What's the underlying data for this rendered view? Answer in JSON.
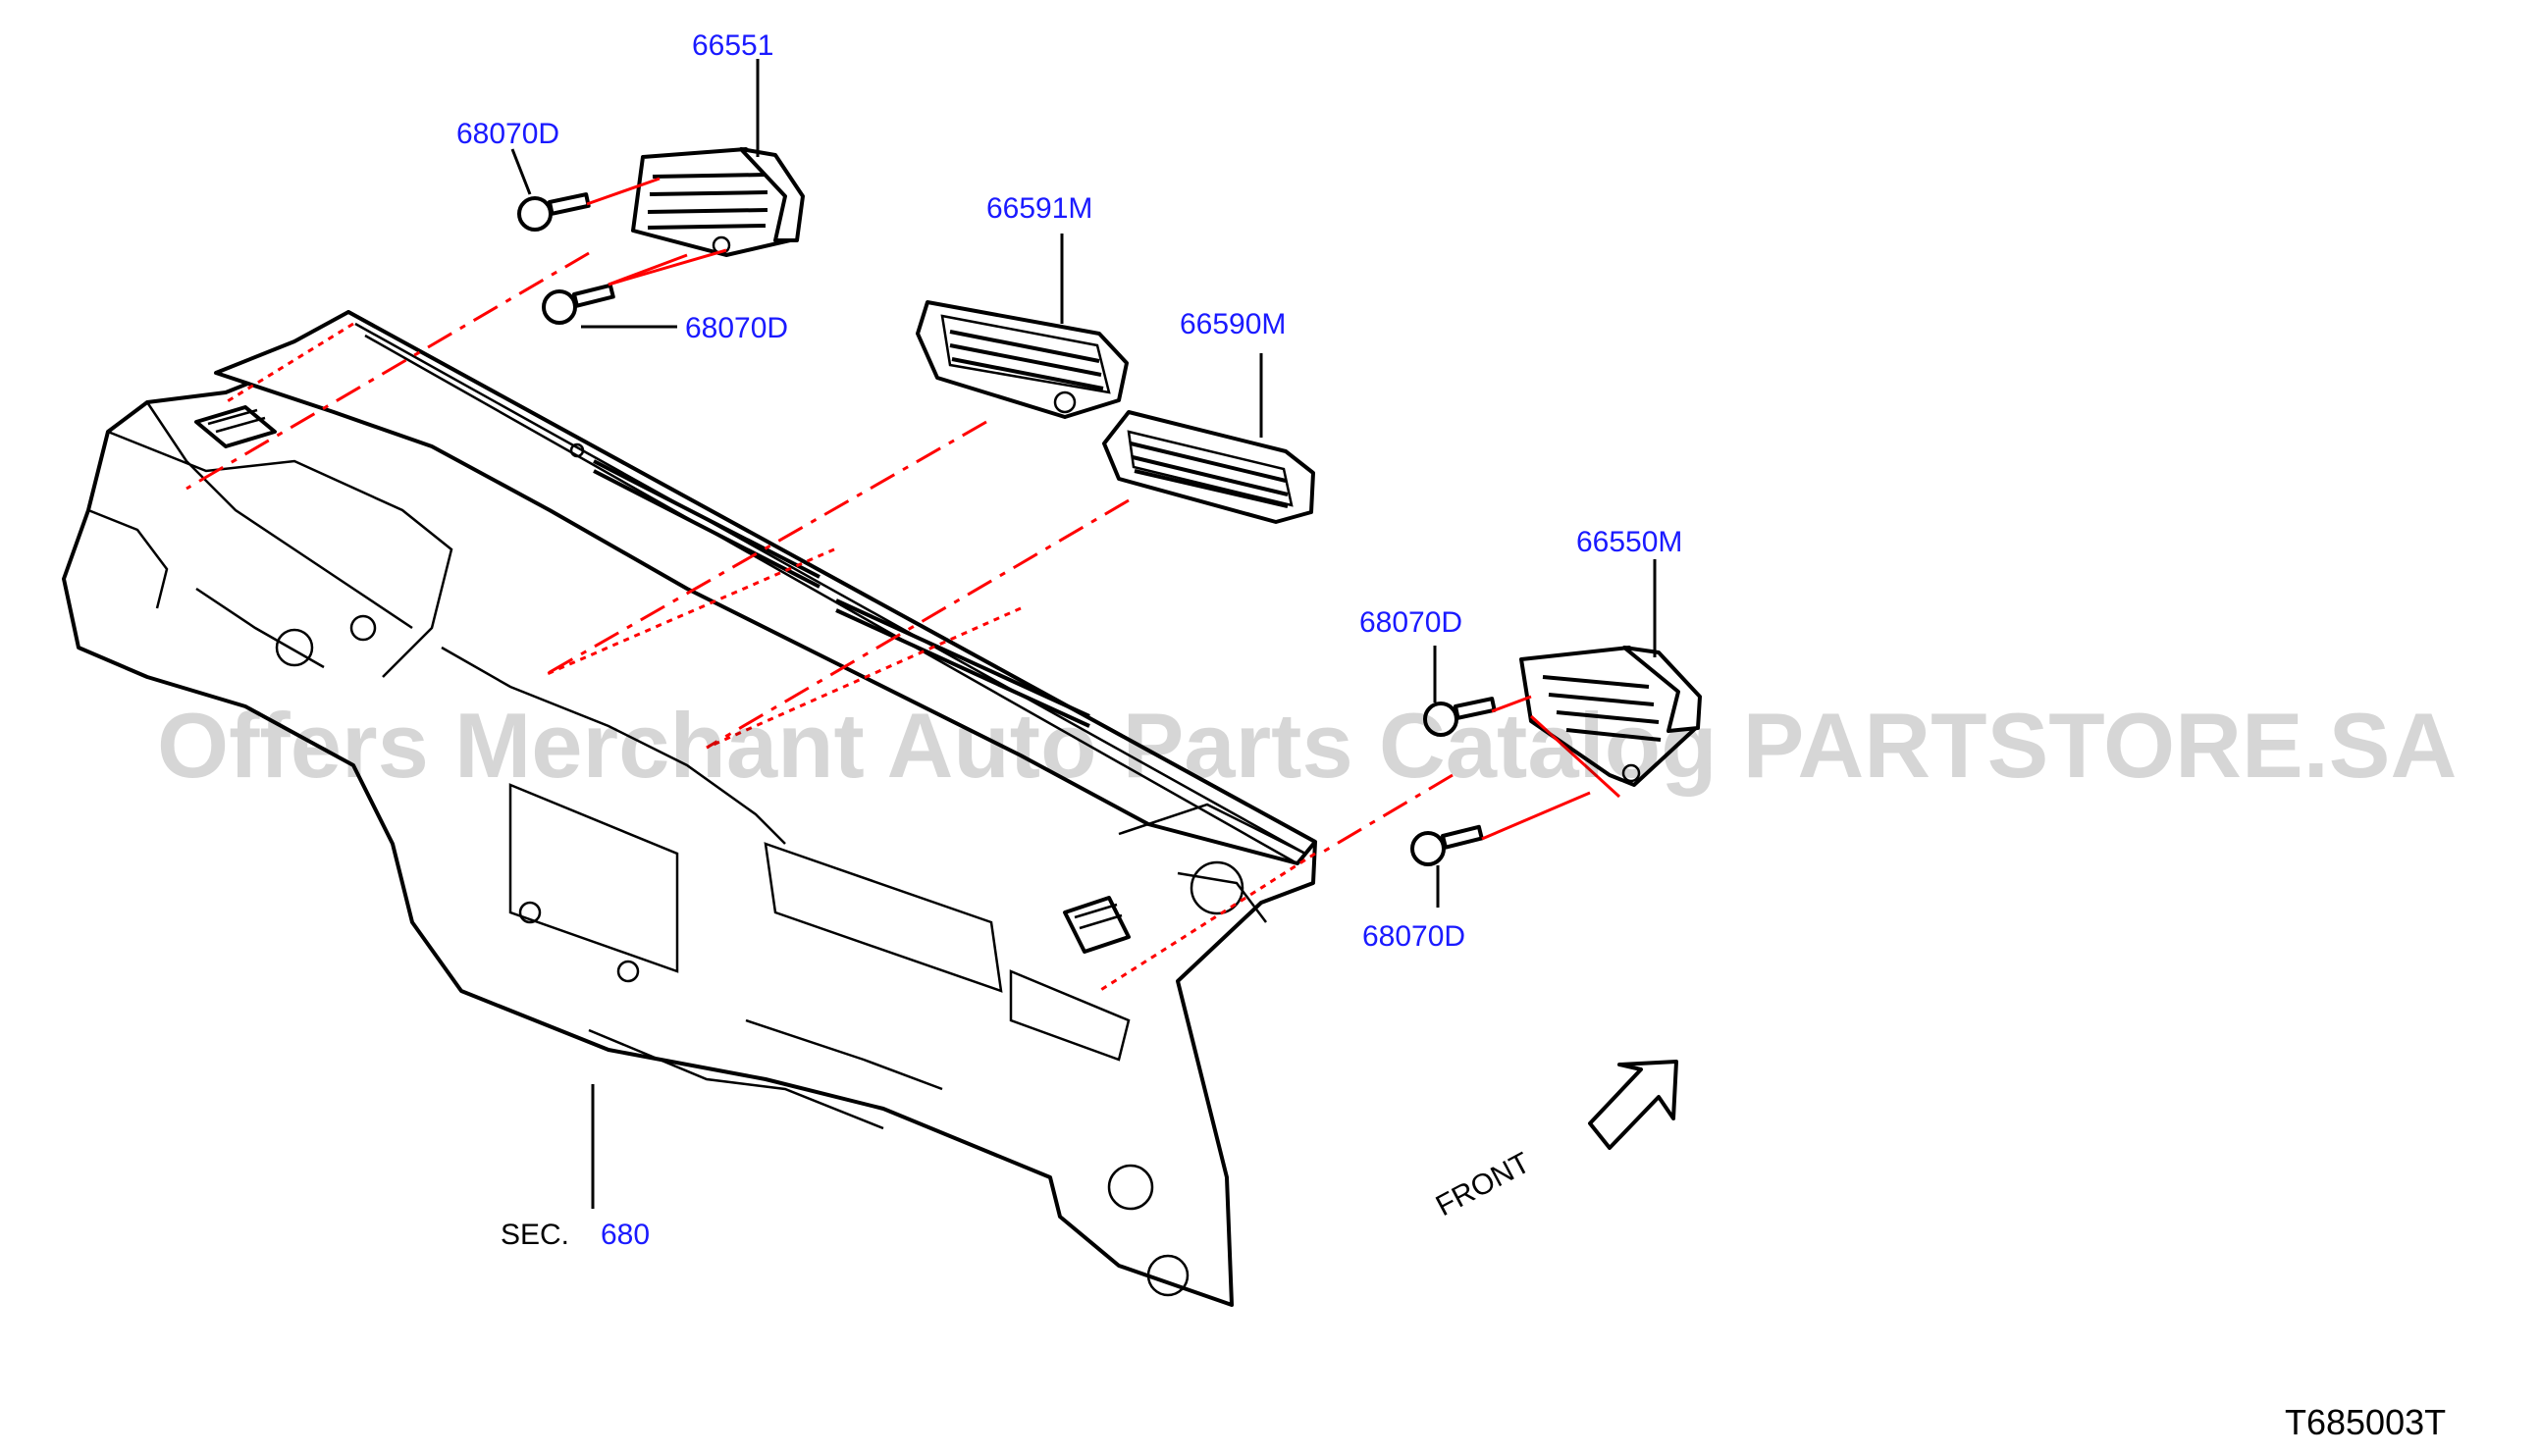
{
  "diagram": {
    "parts": [
      {
        "id": "p-66551",
        "label": "66551"
      },
      {
        "id": "p-68070d-1",
        "label": "68070D"
      },
      {
        "id": "p-68070d-2",
        "label": "68070D"
      },
      {
        "id": "p-66591m",
        "label": "66591M"
      },
      {
        "id": "p-66590m",
        "label": "66590M"
      },
      {
        "id": "p-66550m",
        "label": "66550M"
      },
      {
        "id": "p-68070d-3",
        "label": "68070D"
      },
      {
        "id": "p-68070d-4",
        "label": "68070D"
      }
    ],
    "section_ref": {
      "prefix": "SEC.",
      "number": "680"
    },
    "direction_label": "FRONT",
    "drawing_id": "T685003T",
    "watermark": "Offers Merchant Auto Parts Catalog PARTSTORE.SA",
    "colors": {
      "part_label": "#1a1aff",
      "line_art": "#000000",
      "assembly_line": "#ff0000"
    }
  }
}
